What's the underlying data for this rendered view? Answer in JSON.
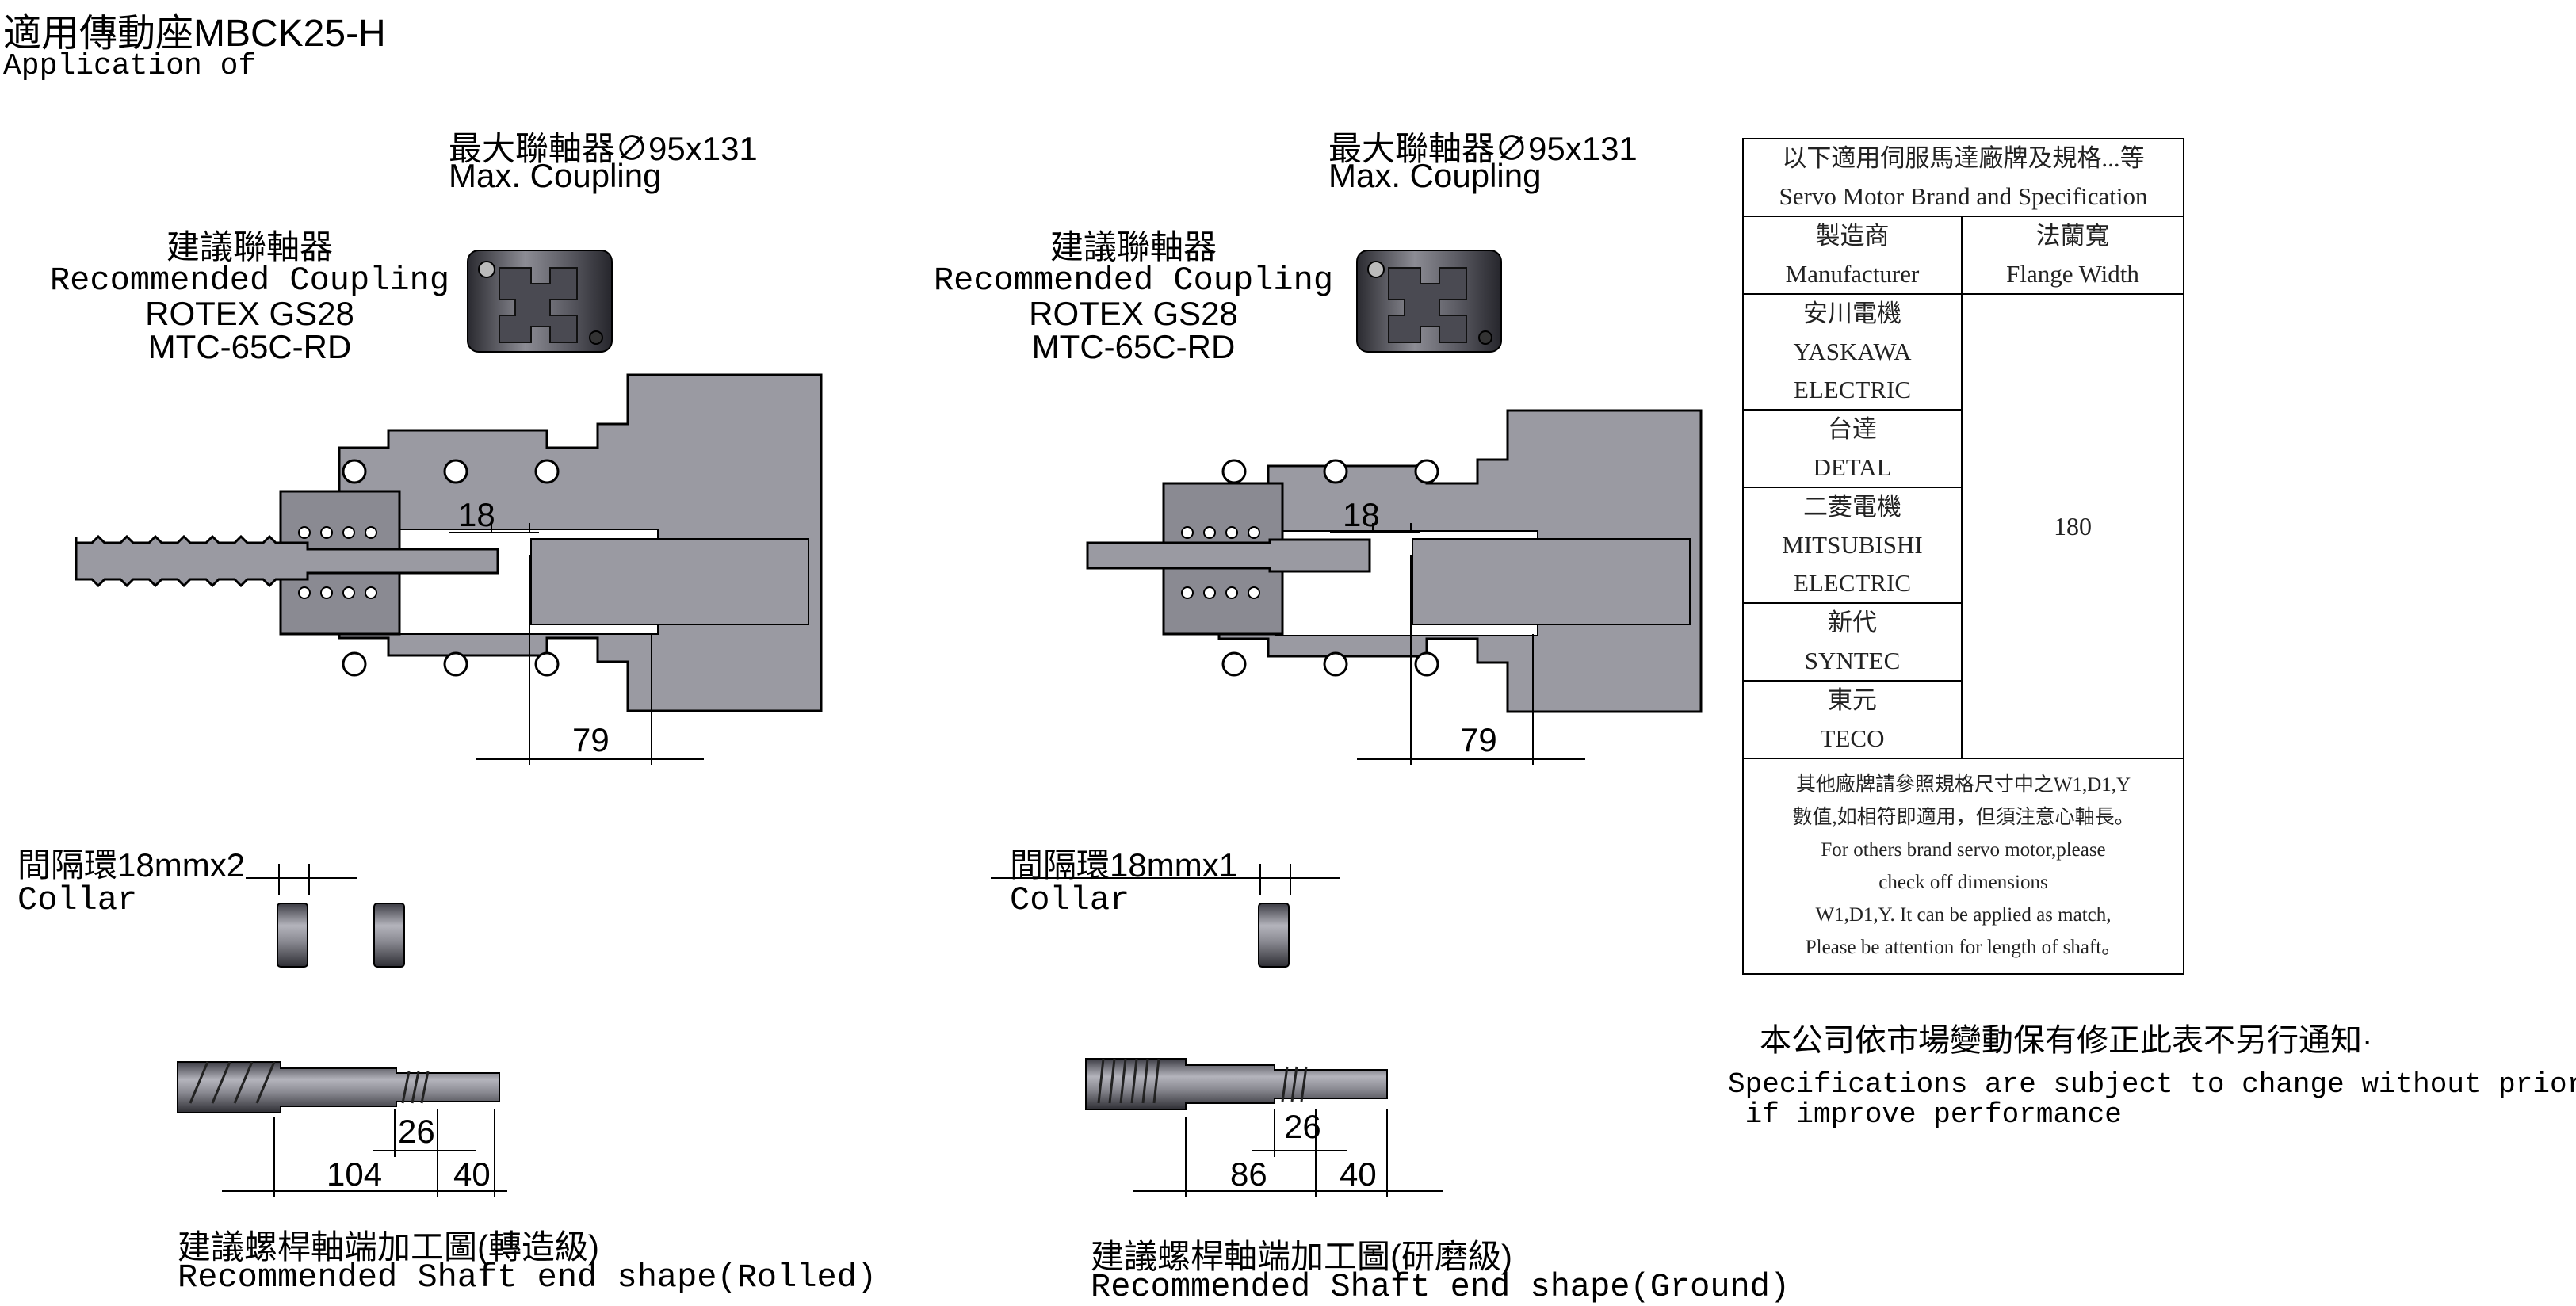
{
  "header": {
    "title_cn": "適用傳動座MBCK25-H",
    "title_en": "Application of"
  },
  "assemblies": [
    {
      "max_coupling_cn": "最大聯軸器∅95x131",
      "max_coupling_en": "Max. Coupling",
      "rec_cn": "建議聯軸器",
      "rec_en": "Recommended Coupling",
      "rec_model1": "ROTEX GS28",
      "rec_model2": "MTC-65C-RD",
      "dim_a": "18",
      "dim_b": "79",
      "collar_cn": "間隔環18mmx2",
      "collar_en": "Collar",
      "shaft_dim1": "26",
      "shaft_dim2": "104",
      "shaft_dim3": "40",
      "shaft_cn": "建議螺桿軸端加工圖(轉造級)",
      "shaft_en": "Recommended Shaft end shape(Rolled)"
    },
    {
      "max_coupling_cn": "最大聯軸器∅95x131",
      "max_coupling_en": "Max. Coupling",
      "rec_cn": "建議聯軸器",
      "rec_en": "Recommended Coupling",
      "rec_model1": "ROTEX GS28",
      "rec_model2": "MTC-65C-RD",
      "dim_a": "18",
      "dim_b": "79",
      "collar_cn": "間隔環18mmx1",
      "collar_en": "Collar",
      "shaft_dim1": "26",
      "shaft_dim2": "86",
      "shaft_dim3": "40",
      "shaft_cn": "建議螺桿軸端加工圖(研磨級)",
      "shaft_en": "Recommended Shaft end shape(Ground)"
    }
  ],
  "spec_table": {
    "title_cn": "以下適用伺服馬達廠牌及規格...等",
    "title_en": "Servo Motor Brand and Specification",
    "col1_cn": "製造商",
    "col1_en": "Manufacturer",
    "col2_cn": "法蘭寬",
    "col2_en": "Flange Width",
    "rows": [
      {
        "cn": "安川電機",
        "en1": "YASKAWA",
        "en2": "ELECTRIC"
      },
      {
        "cn": "台達",
        "en1": "DETAL",
        "en2": ""
      },
      {
        "cn": "二菱電機",
        "en1": "MITSUBISHI",
        "en2": "ELECTRIC"
      },
      {
        "cn": "新代",
        "en1": "SYNTEC",
        "en2": ""
      },
      {
        "cn": "東元",
        "en1": "TECO",
        "en2": ""
      }
    ],
    "flange_value": "180",
    "note_cn1": "其他廠牌請參照規格尺寸中之W1,D1,Y",
    "note_cn2": "數值,如相符即適用，但須注意心軸長。",
    "note_en1": "For others brand servo motor,please",
    "note_en2": "check off dimensions",
    "note_en3": "W1,D1,Y. It can be applied as match,",
    "note_en4": "Please be attention for length of shaft。"
  },
  "notice": {
    "cn": "本公司依市場變動保有修正此表不另行通知·",
    "en1": "Specifications are subject to change without prior notice",
    "en2": " if improve performance"
  },
  "colors": {
    "part_fill": "#9a9aa2",
    "part_dark": "#4a4a52",
    "line": "#000000"
  }
}
